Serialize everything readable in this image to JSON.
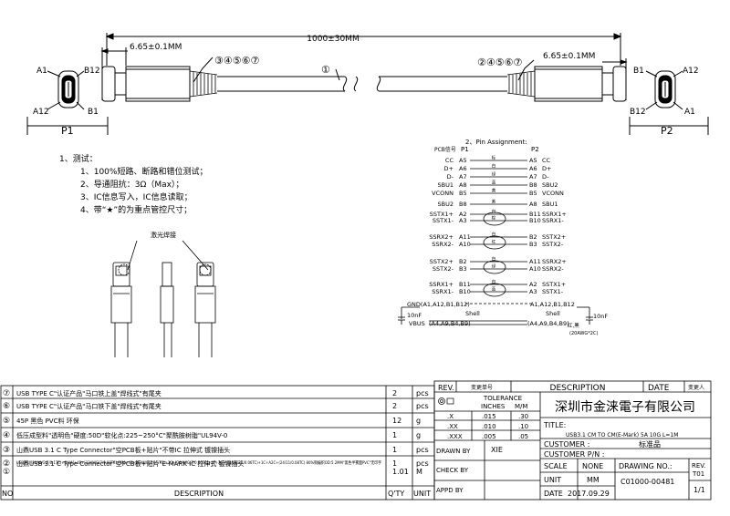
{
  "drawing": {
    "length_dim": "1000±30MM",
    "left_dim": "6.65±0.1MM",
    "right_dim": "6.65±0.1MM",
    "left_callout": "③④⑤⑥⑦",
    "right_callout": "②④⑤⑥⑦",
    "cable_callout": "①",
    "p1_label": "P1",
    "p2_label": "P2",
    "p1_pins": {
      "tl": "A1",
      "tr": "B12",
      "bl": "A12",
      "br": "B1"
    },
    "p2_pins": {
      "tl": "B1",
      "tr": "A12",
      "bl": "B12",
      "br": "A1"
    }
  },
  "notes": {
    "heading": "1、测试：",
    "items": [
      "1、100%短路、断路和错位测试；",
      "2、导通阻抗：3Ω（Max）；",
      "3、IC信息写入，IC信息读取；",
      "4、带“★”的为重点管控尺寸；"
    ],
    "laser_label": "激光焊接"
  },
  "pin_assignment": {
    "title": "2、Pin Assignment:",
    "pcb_label": "PCB信号",
    "p1": "P1",
    "p2": "P2",
    "rows": [
      {
        "l": "CC",
        "lp": "A5",
        "rp": "A5",
        "r": "CC",
        "wire": "标"
      },
      {
        "l": "D+",
        "lp": "A6",
        "rp": "A6",
        "r": "D+",
        "wire": "白"
      },
      {
        "l": "D-",
        "lp": "A7",
        "rp": "A7",
        "r": "D-",
        "wire": "绿"
      },
      {
        "l": "SBU1",
        "lp": "A8",
        "rp": "B8",
        "r": "SBU2",
        "wire": "蓝"
      },
      {
        "l": "VCONN",
        "lp": "B5",
        "rp": "B5",
        "r": "VCONN",
        "wire": "黄"
      },
      {
        "l": "SBU2",
        "lp": "B8",
        "rp": "A8",
        "r": "SBU1",
        "wire": "紫"
      },
      {
        "l": "SSTX1+",
        "lp": "A2",
        "rp": "B11",
        "r": "SSRX1+",
        "wire": "白"
      },
      {
        "l": "SSTX1-",
        "lp": "A3",
        "rp": "B10",
        "r": "SSRX1-",
        "wire": "棕"
      },
      {
        "l": "SSRX2+",
        "lp": "A11",
        "rp": "B2",
        "r": "SSTX2+",
        "wire": "白"
      },
      {
        "l": "SSRX2-",
        "lp": "A10",
        "rp": "B3",
        "r": "SSTX2-",
        "wire": "红"
      },
      {
        "l": "SSTX2+",
        "lp": "B2",
        "rp": "A11",
        "r": "SSRX2+",
        "wire": "白"
      },
      {
        "l": "SSTX2-",
        "lp": "B3",
        "rp": "A10",
        "r": "SSRX2-",
        "wire": "绿"
      },
      {
        "l": "SSRX1+",
        "lp": "B11",
        "rp": "A2",
        "r": "SSTX1+",
        "wire": "白"
      },
      {
        "l": "SSRX1-",
        "lp": "B10",
        "rp": "A3",
        "r": "SSTX1-",
        "wire": "蓝"
      }
    ],
    "gnd_left": "GND(A1,A12,B1,B12)",
    "gnd_right": "A1,A12,B1,B12",
    "shell": "Shell",
    "vbus_left": "VBUS",
    "vbus_left_pins": "(A4,A9,B4,B9)",
    "vbus_right": "(A4,A9,B4,B9)",
    "cap_left": "10nF",
    "cap_right": "10nF",
    "vbus_wire_note": "红,黑",
    "vbus_awg": "(20AWG*2C)"
  },
  "bom": {
    "rows": [
      {
        "no": "⑦",
        "desc": "USB TYPE C\"认证产品\"马口铁上盖\"焊线式\"有尾夹",
        "qty": "2",
        "unit": "pcs"
      },
      {
        "no": "⑥",
        "desc": "USB TYPE C\"认证产品\"马口铁下盖\"焊线式\"有尾夹",
        "qty": "2",
        "unit": "pcs"
      },
      {
        "no": "⑤",
        "desc": "45P 黑色  PVC料 环保",
        "qty": "12",
        "unit": "g"
      },
      {
        "no": "④",
        "desc": "低压成型料\"透明色\"硬度:50D\"软化点:225~250°C\"聚酰胺树脂\"UL94V-0",
        "qty": "1",
        "unit": "g"
      },
      {
        "no": "③",
        "desc": "山鼎USB 3.1 C Type Connector\"空PCB板+贴片\"不带IC 拉伸式 镀镍插头",
        "qty": "1",
        "unit": "pcs"
      },
      {
        "no": "②",
        "desc": "山鼎USB 3.1 C Type Connector\"空PCB板+贴片\"E-MARK IC 拉伸式 镀镍插头",
        "qty": "1",
        "unit": "pcs"
      },
      {
        "no": "①",
        "desc": "USB3.1\"[20AWG(7/0.1TC)+OAM]+4P+[32AWG(7/0.08TC)+FA]+4P+26AWG(7/0.1TC)+2C+[34AWG(7/0.06TC)+A]+3C +34AWG(7/0.06TC)+1C+A2C+(24/11/0.08TC) 80%铜编织OD:5.2MM\"黑色半雾面PVC\"无印字",
        "qty": "1.01",
        "unit": "M"
      }
    ],
    "header": {
      "no": "NO",
      "desc": "DESCRIPTION",
      "qty": "Q'TY",
      "unit": "UNIT"
    }
  },
  "title_block": {
    "rev_label": "REV.",
    "change_no_label": "变更单号",
    "description_label": "DESCRIPTION",
    "date_label": "DATE",
    "changer_label": "变更人",
    "tolerance_label": "TOLERANCE",
    "inches_label": "INCHES",
    "mm_label": "M/M",
    "tol_rows": [
      {
        "k": ".X",
        "in": ".015",
        "mm": ".30"
      },
      {
        "k": ".XX",
        "in": ".010",
        "mm": ".10"
      },
      {
        "k": ".XXX",
        "in": ".005",
        "mm": ".05"
      }
    ],
    "company": "深圳市金涞電子有限公司",
    "title_label": "TITLE:",
    "title_value": "USB3.1 CM TO CM(E-Mark) 5A 10G L=1M",
    "customer_label": "CUSTOMER :",
    "customer_value": "标准品",
    "customer_pn_label": "CUSTOMER P/N :",
    "drawn_by_label": "DRAWN BY",
    "drawn_by": "XIE",
    "check_by_label": "CHECK BY",
    "appd_by_label": "APPD BY",
    "scale_label": "SCALE",
    "scale_value": "NONE",
    "drawing_no_label": "DRAWING NO.:",
    "drawing_no": "C01000-00481",
    "unit_label": "UNIT",
    "unit_value": "MM",
    "date_label2": "DATE",
    "date_value": "2017.09.29",
    "rev_label2": "REV.",
    "rev_value": "T01",
    "sheet_value": "1/1"
  }
}
